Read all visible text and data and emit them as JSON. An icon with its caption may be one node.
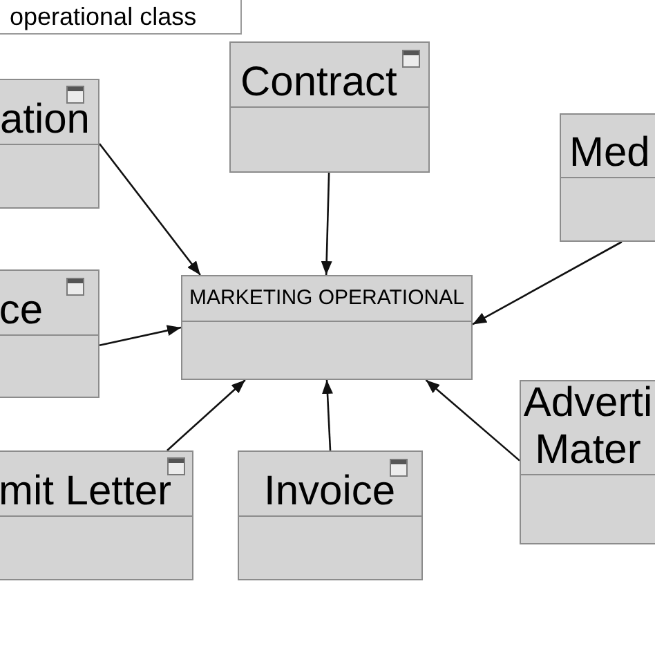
{
  "diagram": {
    "title": "operational class",
    "nodes": [
      {
        "text": [
          "Contract"
        ]
      },
      {
        "text": [
          "ation"
        ]
      },
      {
        "text": [
          "Med"
        ]
      },
      {
        "text": [
          "ce"
        ]
      },
      {
        "text": [
          "MARKETING OPERATIONAL"
        ]
      },
      {
        "text": [
          "Adverti Mater"
        ]
      },
      {
        "text": [
          "mit Letter"
        ]
      },
      {
        "text": [
          "Invoice"
        ]
      }
    ],
    "edges": [
      {
        "from": 0,
        "to": 4,
        "arrow": "to"
      },
      {
        "from": 1,
        "to": 4,
        "arrow": "to"
      },
      {
        "from": 2,
        "to": 4,
        "arrow": "to"
      },
      {
        "from": 3,
        "to": 4,
        "arrow": "to"
      },
      {
        "from": 5,
        "to": 4,
        "arrow": "to"
      },
      {
        "from": 6,
        "to": 4,
        "arrow": "to"
      },
      {
        "from": 7,
        "to": 4,
        "arrow": "to"
      }
    ]
  }
}
